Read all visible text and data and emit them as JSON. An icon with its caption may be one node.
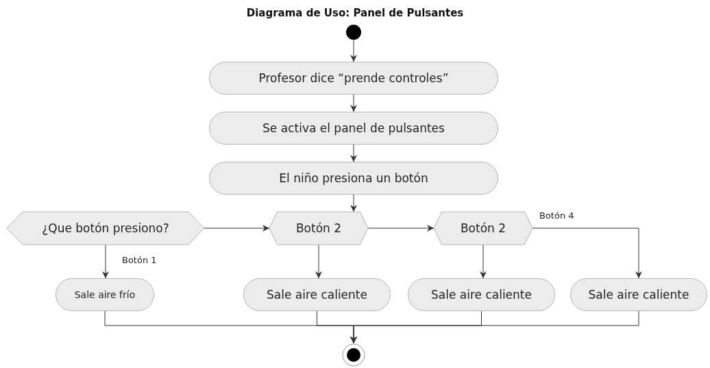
{
  "diagram": {
    "title": "Diagrama de Uso: Panel de Pulsantes",
    "nodes": [
      {
        "text": [],
        "shape": "circle"
      },
      {
        "text": [
          "Profesor dice “prende controles”"
        ]
      },
      {
        "text": [
          "Se activa el panel de pulsantes"
        ]
      },
      {
        "text": [
          "El niño presiona un botón"
        ]
      },
      {
        "text": [
          "¿Que botón presiono?"
        ]
      },
      {
        "text": [
          "Botón 2"
        ]
      },
      {
        "text": [
          "Botón 2"
        ]
      },
      {
        "text": [
          "Sale aire frío"
        ]
      },
      {
        "text": [
          "Sale aire caliente"
        ]
      },
      {
        "text": [
          "Sale aire caliente"
        ]
      },
      {
        "text": [
          "Sale aire caliente"
        ]
      },
      {
        "text": [],
        "shape": "circle"
      }
    ],
    "edges": [
      {
        "from": 0,
        "to": 1,
        "arrow": "to"
      },
      {
        "from": 1,
        "to": 2,
        "arrow": "to"
      },
      {
        "from": 2,
        "to": 3,
        "arrow": "to"
      },
      {
        "from": 3,
        "to": 5,
        "arrow": "to"
      },
      {
        "from": 4,
        "to": 5,
        "arrow": "to"
      },
      {
        "from": 5,
        "to": 6,
        "arrow": "to"
      },
      {
        "from": 6,
        "to": 10,
        "arrow": "to",
        "label": "Botón 4"
      },
      {
        "from": 4,
        "to": 7,
        "arrow": "to",
        "label": "Botón 1"
      },
      {
        "from": 5,
        "to": 8,
        "arrow": "to"
      },
      {
        "from": 6,
        "to": 9,
        "arrow": "to"
      },
      {
        "from": 7,
        "to": 11,
        "arrow": "to"
      },
      {
        "from": 8,
        "to": 11,
        "arrow": "to"
      },
      {
        "from": 9,
        "to": 11,
        "arrow": "to"
      },
      {
        "from": 10,
        "to": 11,
        "arrow": "to"
      }
    ]
  }
}
